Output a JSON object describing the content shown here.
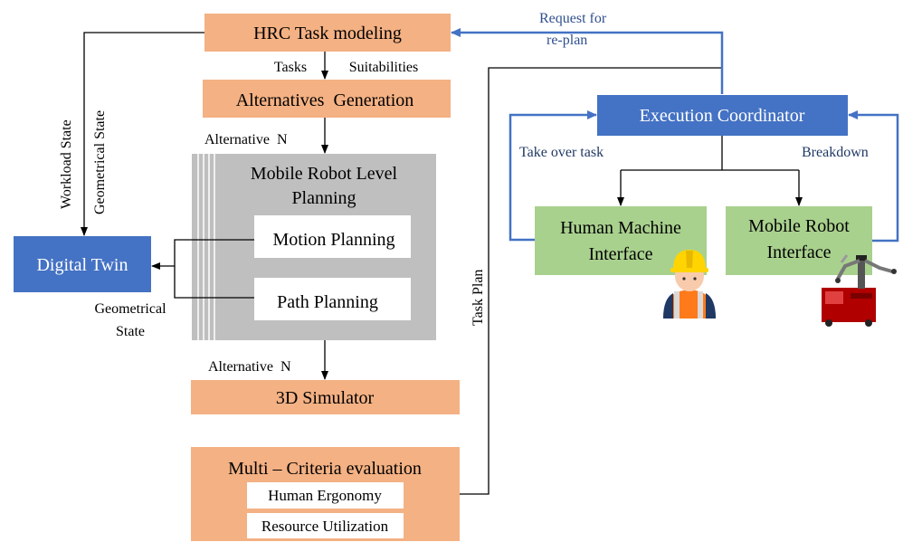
{
  "colors": {
    "orange_box": "#f4b183",
    "blue_box": "#4472c4",
    "green_box": "#a9d18e",
    "gray_box": "#bfbfbf",
    "blue_arrow": "#4472c4",
    "black_line": "#000000"
  },
  "nodes": {
    "hrc_task_modeling": "HRC Task modeling",
    "alternatives_generation": "Alternatives  Generation",
    "mobile_robot_level_planning_line1": "Mobile Robot Level",
    "mobile_robot_level_planning_line2": "Planning",
    "motion_planning": "Motion Planning",
    "path_planning": "Path Planning",
    "simulator_3d": "3D Simulator",
    "multi_criteria_evaluation": "Multi – Criteria evaluation",
    "human_ergonomy": "Human Ergonomy",
    "resource_utilization": "Resource Utilization",
    "digital_twin": "Digital Twin",
    "execution_coordinator": "Execution Coordinator",
    "human_machine_interface_line1": "Human Machine",
    "human_machine_interface_line2": "Interface",
    "mobile_robot_interface_line1": "Mobile Robot",
    "mobile_robot_interface_line2": "Interface"
  },
  "labels": {
    "tasks": "Tasks",
    "suitabilities": "Suitabilities",
    "alternative_n_top": "Alternative  N",
    "alternative_n_bottom": "Alternative  N",
    "workload_state": "Workload State",
    "geometrical_state_vertical": "Geometrical State",
    "geometrical_state_line1": "Geometrical",
    "geometrical_state_line2": "State",
    "task_plan": "Task Plan",
    "request_for_replan_line1": "Request for",
    "request_for_replan_line2": "re-plan",
    "take_over_task": "Take over task",
    "breakdown": "Breakdown"
  },
  "icons": {
    "worker": "worker-icon",
    "robot": "mobile-robot-icon"
  }
}
